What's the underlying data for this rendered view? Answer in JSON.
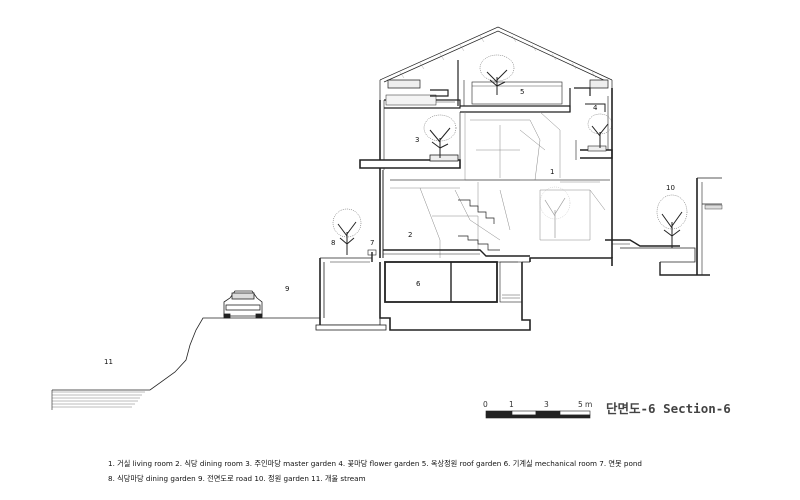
{
  "room_numbers": [
    "1",
    "2",
    "3",
    "4",
    "5",
    "6",
    "7",
    "8",
    "9",
    "10",
    "11"
  ],
  "title": "단면도-6 Section-6",
  "scale": {
    "ticks": [
      "0",
      "1",
      "3",
      "5"
    ],
    "unit": "m"
  },
  "legend": {
    "line1": "1. 거실 living room  2. 식당 dining room  3. 주인마당 master garden  4. 꽃마당 flower garden  5. 옥상정원 roof garden  6. 기계실 mechanical room  7. 연못 pond",
    "line2": "8. 식당마당 dining garden  9. 전면도로 road  10. 정원 garden  11. 개울 stream"
  }
}
